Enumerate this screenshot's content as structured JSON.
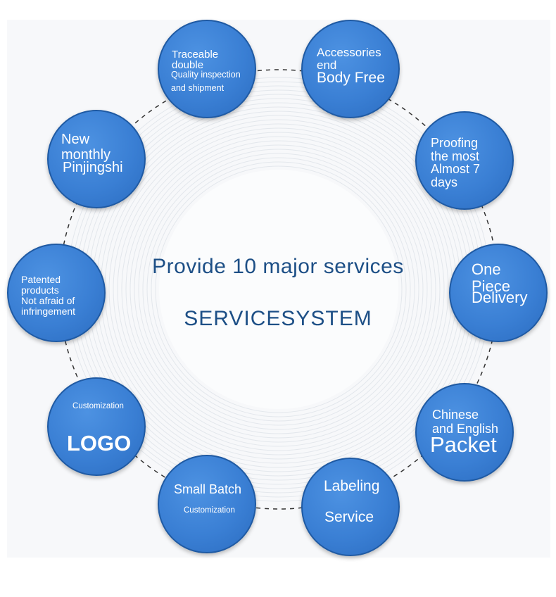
{
  "center": {
    "title": "Provide 10 major services",
    "subtitle": "SERVICESYSTEM"
  },
  "nodes": {
    "traceable": {
      "line1": "Traceable",
      "line2": "double",
      "line3": "Quality inspection",
      "line4": "and shipment"
    },
    "accessories": {
      "line1": "Accessories",
      "line2": "end",
      "line3": "Body Free"
    },
    "proofing": {
      "line1": "Proofing",
      "line2": "the most",
      "line3": "Almost 7",
      "line4": "days"
    },
    "one_piece": {
      "line1": "One",
      "line2": "Piece",
      "line3": "Delivery"
    },
    "packet": {
      "line1": "Chinese",
      "line2": "and English",
      "line3": "Packet"
    },
    "labeling": {
      "line1": "Labeling",
      "line2": "Service"
    },
    "small_batch": {
      "line1": "Small Batch",
      "line2": "Customization"
    },
    "logo": {
      "line1": "Customization",
      "line2": "LOGO"
    },
    "patented": {
      "line1": "Patented",
      "line2": "products",
      "line3": "Not afraid of",
      "line4": "infringement"
    },
    "new_monthly": {
      "line1": "New",
      "line2": "monthly",
      "line3": "Pinjingshi"
    }
  },
  "colors": {
    "node_fill": "#3a7fd4",
    "node_border": "#1f5aa3",
    "center_text": "#1d4f86",
    "connector": "#333333"
  }
}
